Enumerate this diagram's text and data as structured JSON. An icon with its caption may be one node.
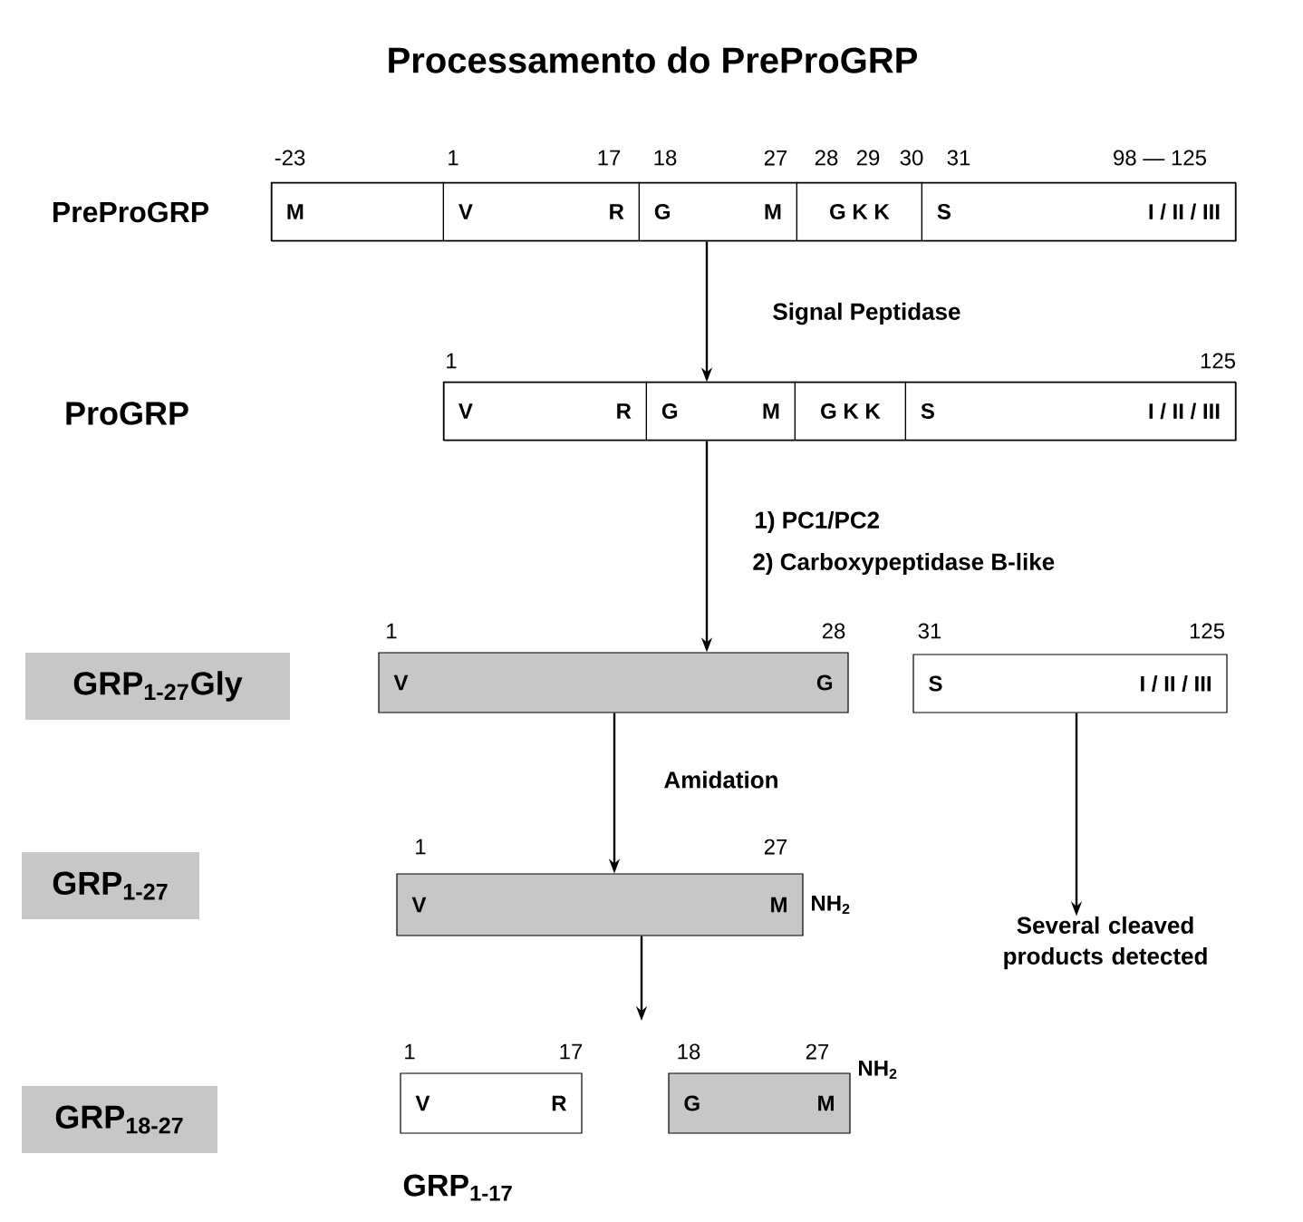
{
  "diagram": {
    "title": "Processamento do PreProGRP",
    "nodes": [
      {
        "text": [],
        "shape": "bar"
      },
      {
        "text": [
          "M"
        ],
        "in": 0
      },
      {
        "text": [
          "V",
          "R"
        ],
        "in": 0
      },
      {
        "text": [
          "G",
          "M"
        ],
        "in": 0
      },
      {
        "text": [
          "G K K"
        ],
        "in": 0
      },
      {
        "text": [
          "S",
          "I / II / III"
        ],
        "in": 0
      },
      {
        "text": [],
        "shape": "bar"
      },
      {
        "text": [
          "V",
          "R"
        ],
        "in": 6
      },
      {
        "text": [
          "G",
          "M"
        ],
        "in": 6
      },
      {
        "text": [
          "G K K"
        ],
        "in": 6
      },
      {
        "text": [
          "S",
          "I / II / III"
        ],
        "in": 6
      },
      {
        "text": [
          "GRP$_{1-27}$Gly"
        ]
      },
      {
        "text": [
          "V",
          "G"
        ]
      },
      {
        "text": [
          "S",
          "I / II / III"
        ]
      },
      {
        "text": [
          "GRP$_{1-27}$"
        ]
      },
      {
        "text": [
          "V",
          "M"
        ],
        "beside": [
          "NH$_{2}$"
        ]
      },
      {
        "text": [
          "Several cleaved products detected"
        ]
      },
      {
        "text": [
          "GRP$_{18-27}$"
        ]
      },
      {
        "text": [
          "V",
          "R"
        ],
        "beside": [
          "GRP$_{1-17}$"
        ]
      },
      {
        "text": [
          "G",
          "M"
        ],
        "beside": [
          "NH$_{2}$"
        ]
      }
    ],
    "edges": [
      {
        "from": 0,
        "to": 6,
        "arrow": "to",
        "label": "Signal Peptidase"
      },
      {
        "from": 6,
        "to": 12,
        "arrow": "to",
        "label": "1) PC1/PC2"
      },
      {
        "from": 12,
        "to": 15,
        "arrow": "to",
        "label": "Amidation"
      },
      {
        "from": 13,
        "to": 16,
        "arrow": "to"
      },
      {
        "from": 15,
        "to": null,
        "arrow": "to"
      }
    ],
    "labels": [
      "-23",
      "1",
      "17",
      "18",
      "27",
      "28",
      "29",
      "30",
      "31",
      "98 — 125",
      "PreProGRP",
      "1",
      "125",
      "ProGRP",
      "2) Carboxypeptidase B-like",
      "1",
      "28",
      "31",
      "125",
      "1",
      "27",
      "1",
      "17",
      "18",
      "27"
    ]
  }
}
